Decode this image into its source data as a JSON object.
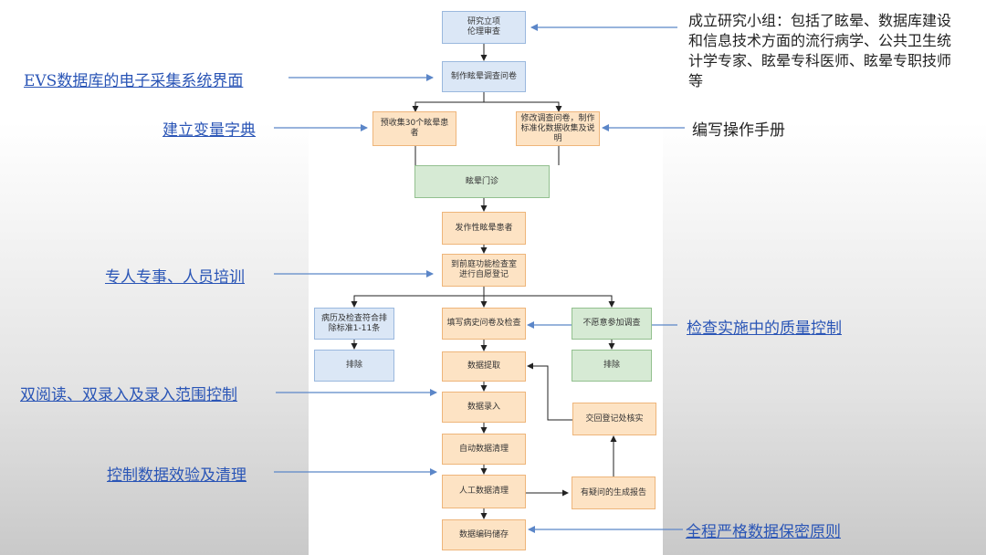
{
  "flowchart": {
    "nodes": {
      "n1": "研究立项\n伦理审查",
      "n2": "制作眩晕调查问卷",
      "n3": "预收集30个眩晕患者",
      "n4": "修改调查问卷，制作标准化数据收集及说明",
      "n5": "眩晕门诊",
      "n6": "发作性眩晕患者",
      "n7": "到前庭功能检查室\n进行自愿登记",
      "n8": "病历及检查符合排除标准1-11条",
      "n9": "填写病史问卷及检查",
      "n10": "不愿意参加调查",
      "n11": "排除",
      "n12": "排除",
      "n13": "数据提取",
      "n14": "数据录入",
      "n15": "自动数据清理",
      "n16": "人工数据清理",
      "n17": "有疑问的生成报告",
      "n18": "交回登记处核实",
      "n19": "数据编码储存"
    }
  },
  "annotations": {
    "left": {
      "evs": "EVS数据库的电子采集系统界面",
      "dict": "建立变量字典",
      "training": "专人专事、人员培训",
      "double": "双阅读、双录入及录入范围控制",
      "validate": "控制数据效验及清理"
    },
    "right": {
      "group": "成立研究小组：包括了眩晕、数据库建设和信息技术方面的流行病学、公共卫生统计学专家、眩晕专科医师、眩晕专职技师等",
      "manual": "编写操作手册",
      "qc": "检查实施中的质量控制",
      "secret": "全程严格数据保密原则"
    }
  },
  "colors": {
    "blue_fill": "#dbe7f6",
    "orange_fill": "#fde3c4",
    "green_fill": "#d6ead4",
    "arrow_blue": "#5b86c8",
    "link_blue": "#2a55b6"
  }
}
